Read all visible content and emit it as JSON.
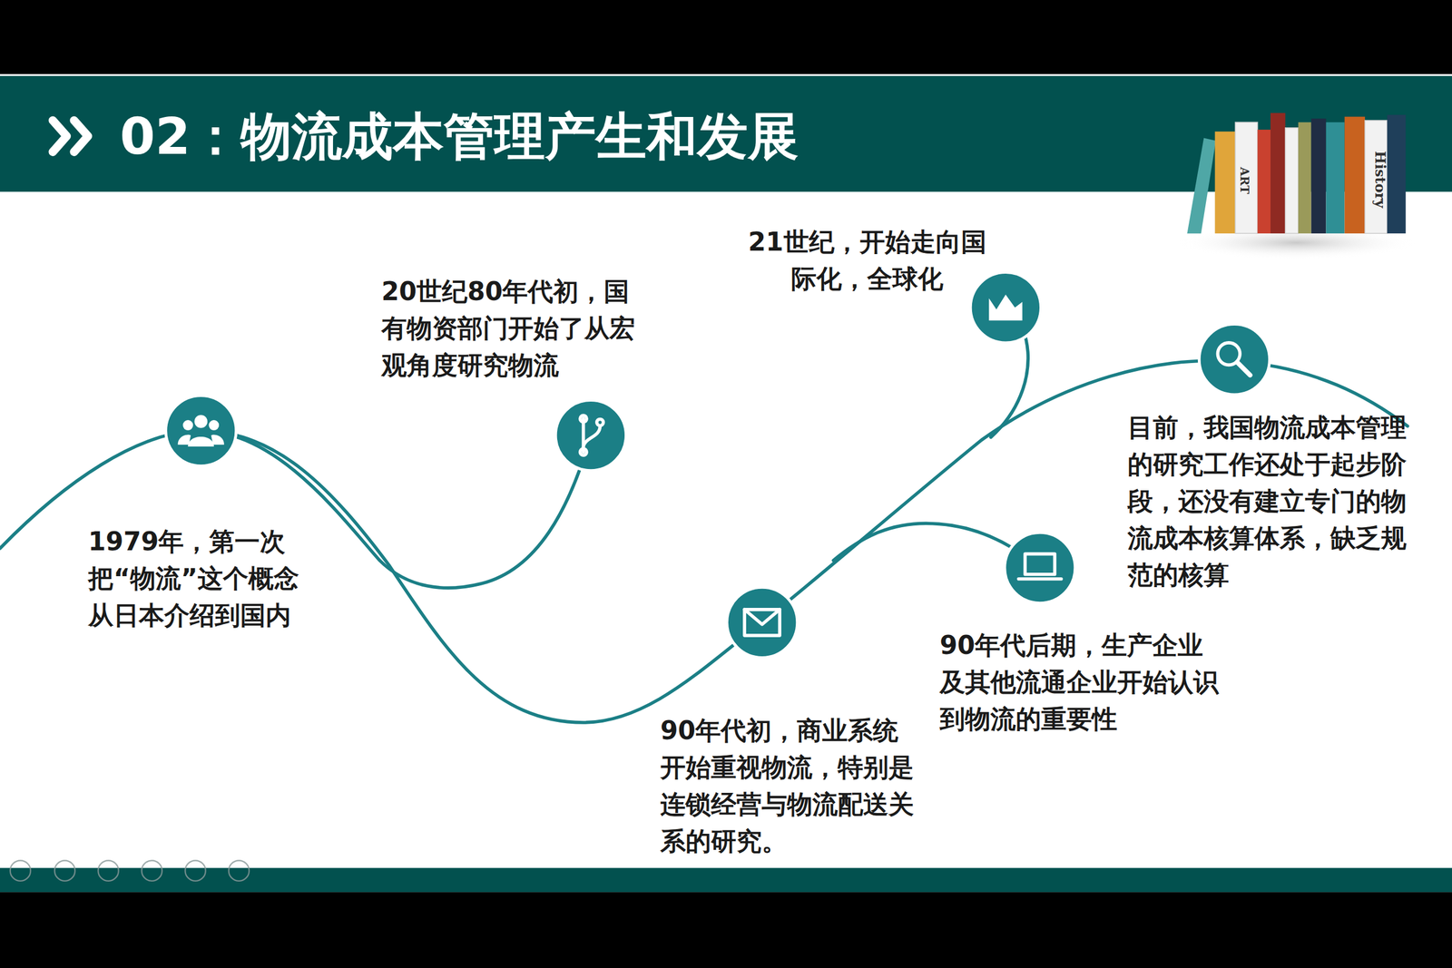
{
  "diagram": {
    "title": "02：物流成本管理产生和发展",
    "labels": [
      "1979年，第一次把“物流”这个概念从日本介绍到国内",
      "20世纪80年代初，国有物资部门开始了从宏观角度研究物流",
      "21世纪，开始走向国际化，全球化",
      "90年代初，商业系统开始重视物流，特别是连锁经营与物流配送关系的研究。",
      "90年代后期，生产企业及其他流通企业开始认识到物流的重要性",
      "目前，我国物流成本管理的研究工作还处于起步阶段，还没有建立专门的物流成本核算体系，缺乏规范的核算",
      "ART",
      "History"
    ]
  }
}
